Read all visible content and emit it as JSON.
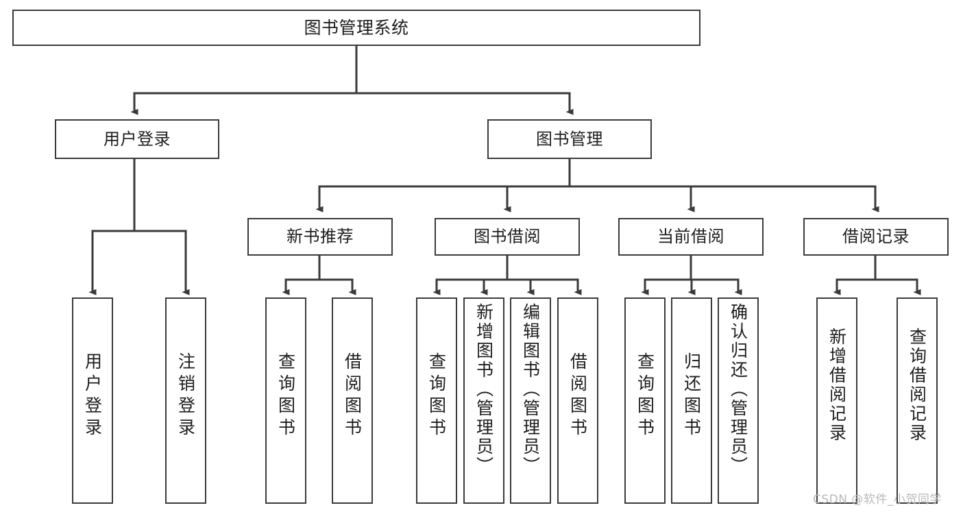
{
  "diagram": {
    "title": "图书管理系统",
    "type": "hierarchy-tree",
    "stroke_color": "#3a3a3a",
    "background_color": "#ffffff",
    "text_color": "#1d1d1d",
    "watermark": "CSDN @软件_小贺同学",
    "levels": {
      "root": {
        "label": "图书管理系统"
      },
      "level1": [
        {
          "label": "用户登录"
        },
        {
          "label": "图书管理"
        }
      ],
      "level2": [
        {
          "label": "新书推荐"
        },
        {
          "label": "图书借阅"
        },
        {
          "label": "当前借阅"
        },
        {
          "label": "借阅记录"
        }
      ],
      "leaves": [
        {
          "label": "用户登录",
          "parent": "用户登录"
        },
        {
          "label": "注销登录",
          "parent": "用户登录"
        },
        {
          "label": "查询图书",
          "parent": "新书推荐"
        },
        {
          "label": "借阅图书",
          "parent": "新书推荐"
        },
        {
          "label": "查询图书",
          "parent": "图书借阅"
        },
        {
          "label": "新增图书（管理员）",
          "parent": "图书借阅"
        },
        {
          "label": "编辑图书（管理员）",
          "parent": "图书借阅"
        },
        {
          "label": "借阅图书",
          "parent": "图书借阅"
        },
        {
          "label": "查询图书",
          "parent": "当前借阅"
        },
        {
          "label": "归还图书",
          "parent": "当前借阅"
        },
        {
          "label": "确认归还（管理员）",
          "parent": "当前借阅"
        },
        {
          "label": "新增借阅记录",
          "parent": "借阅记录"
        },
        {
          "label": "查询借阅记录",
          "parent": "借阅记录"
        }
      ]
    }
  }
}
